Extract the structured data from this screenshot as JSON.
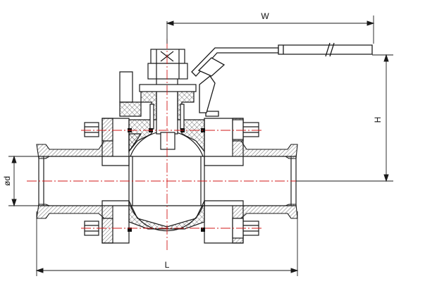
{
  "drawing": {
    "dimension_labels": {
      "width": "W",
      "height": "H",
      "length": "L",
      "diameter": "ød"
    },
    "colors": {
      "line": "#1a1a1a",
      "centerline": "#d01818",
      "hatch": "#404040",
      "seal": "#111111",
      "background": "#ffffff"
    }
  }
}
